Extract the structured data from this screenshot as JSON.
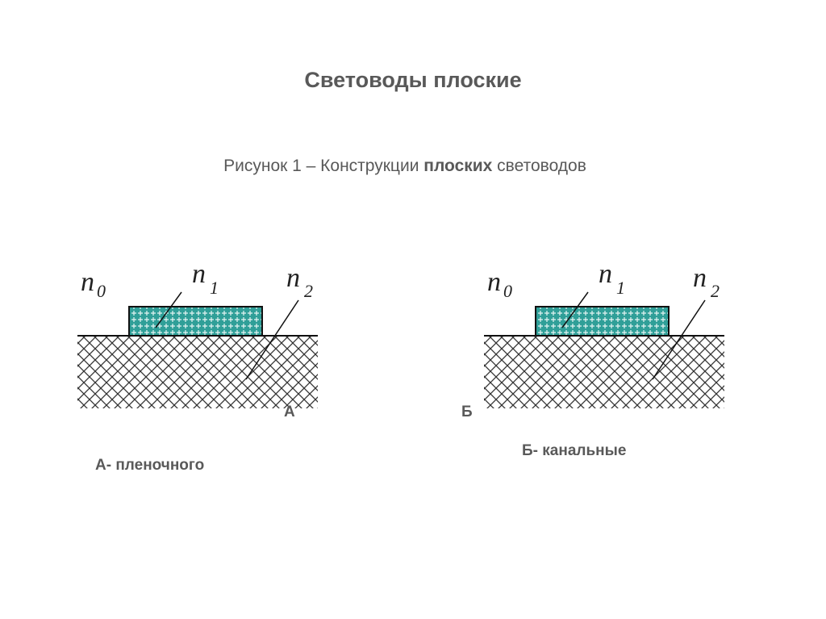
{
  "title": "Световоды плоские",
  "caption": {
    "prefix": "Рисунок 1 – Конструкции ",
    "bold": "плоских",
    "suffix": " световодов"
  },
  "diagrams": [
    {
      "letter": "А",
      "n0": "n",
      "n0_sub": "0",
      "n1": "n",
      "n1_sub": "1",
      "n2": "n",
      "n2_sub": "2",
      "description": "А- пленочного"
    },
    {
      "letter": "Б",
      "n0": "n",
      "n0_sub": "0",
      "n1": "n",
      "n1_sub": "1",
      "n2": "n",
      "n2_sub": "2",
      "description": "Б- канальные"
    }
  ],
  "colors": {
    "text": "#595959",
    "film": "#3aa8a0"
  }
}
